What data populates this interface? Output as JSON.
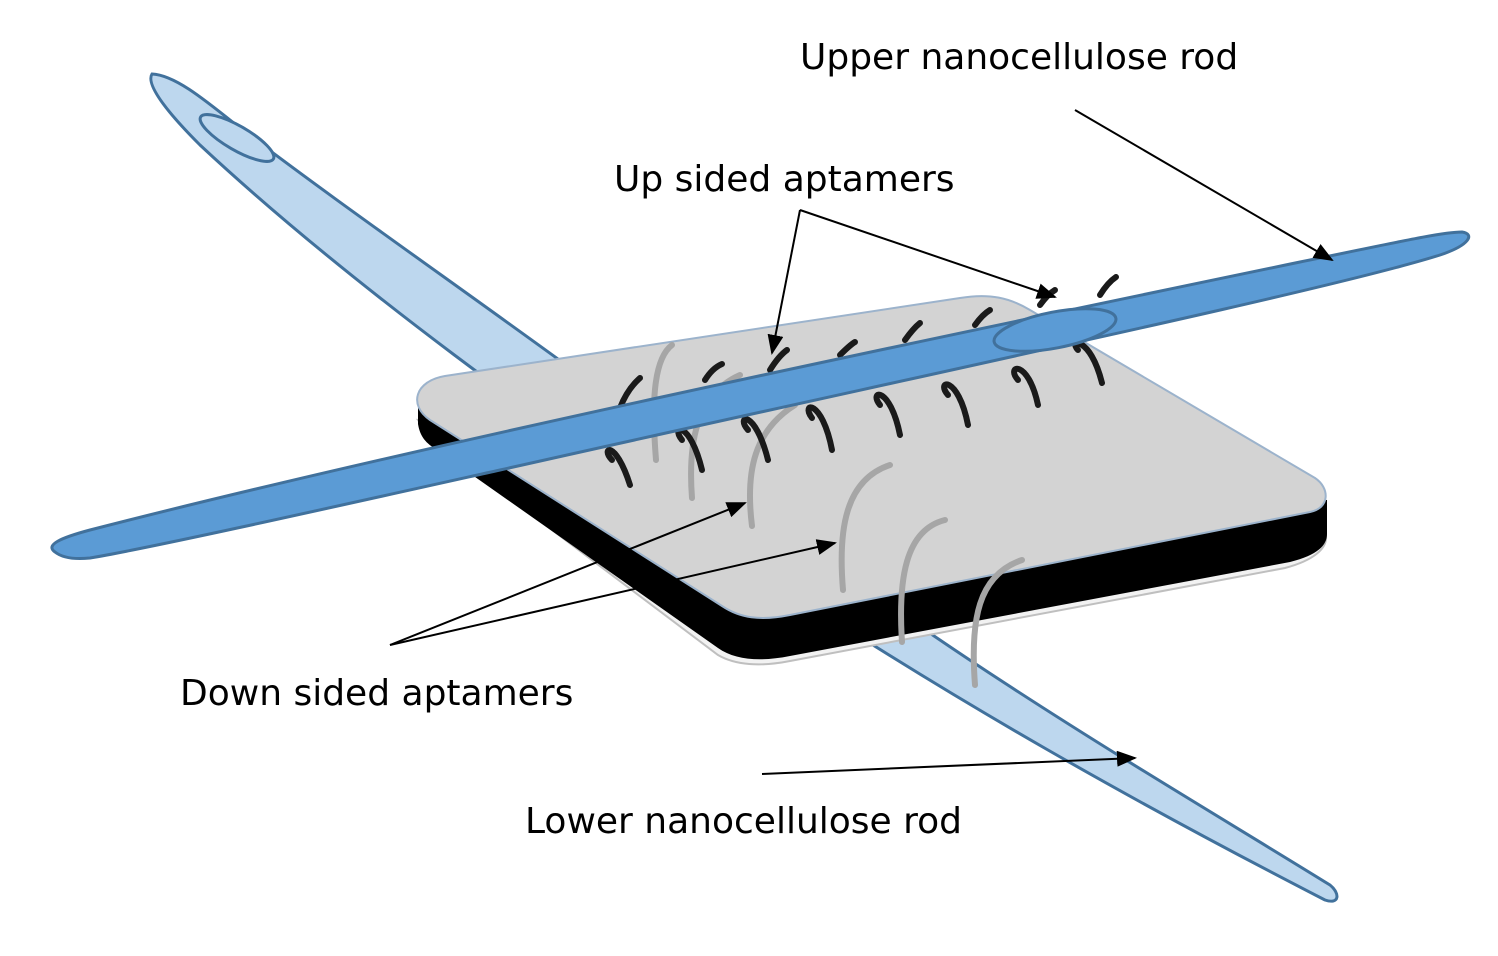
{
  "labels": {
    "upper_rod": "Upper nanocellulose rod",
    "up_aptamers": "Up sided aptamers",
    "down_aptamers": "Down sided aptamers",
    "lower_rod": "Lower nanocellulose rod"
  },
  "colors": {
    "upper_rod_fill": "#5b9bd5",
    "rod_stroke": "#41719c",
    "lower_rod_fill": "#bdd7ee",
    "plate_top": "#d3d3d3",
    "plate_edge": "#000000",
    "up_aptamer": "#1a1a1a",
    "down_aptamer": "#a6a6a6",
    "arrow": "#000000"
  }
}
